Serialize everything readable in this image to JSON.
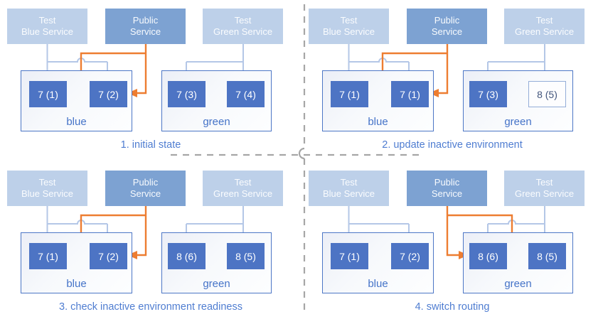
{
  "colors": {
    "accent_blue": "#4472C4",
    "pod_blue": "#4D74C4",
    "service_light_blue": "#BDD0E9",
    "service_public_blue": "#7DA2D2",
    "arrow_light_blue": "#B4C7E7",
    "arrow_orange": "#ED7D31",
    "divider_gray": "#A6A6A6",
    "ghost_pod_border": "#94ADD8",
    "ghost_pod_text": "#42557C"
  },
  "panels": [
    {
      "caption": "1. initial state",
      "public_routes_to": "blue",
      "services": [
        {
          "line1": "Test",
          "line2": "Blue Service"
        },
        {
          "line1": "Public",
          "line2": "Service"
        },
        {
          "line1": "Test",
          "line2": "Green Service"
        }
      ],
      "environments": [
        {
          "name": "blue",
          "pods": [
            {
              "label": "7 (1)",
              "outlined": false
            },
            {
              "label": "7 (2)",
              "outlined": false
            }
          ]
        },
        {
          "name": "green",
          "pods": [
            {
              "label": "7 (3)",
              "outlined": false
            },
            {
              "label": "7 (4)",
              "outlined": false
            }
          ]
        }
      ]
    },
    {
      "caption": "2. update inactive environment",
      "public_routes_to": "blue",
      "services": [
        {
          "line1": "Test",
          "line2": "Blue Service"
        },
        {
          "line1": "Public",
          "line2": "Service"
        },
        {
          "line1": "Test",
          "line2": "Green Service"
        }
      ],
      "environments": [
        {
          "name": "blue",
          "pods": [
            {
              "label": "7 (1)",
              "outlined": false
            },
            {
              "label": "7 (1)",
              "outlined": false
            }
          ]
        },
        {
          "name": "green",
          "pods": [
            {
              "label": "7 (3)",
              "outlined": false
            },
            {
              "label": "8 (5)",
              "outlined": true
            }
          ]
        }
      ]
    },
    {
      "caption": "3. check inactive environment readiness",
      "public_routes_to": "blue",
      "services": [
        {
          "line1": "Test",
          "line2": "Blue Service"
        },
        {
          "line1": "Public",
          "line2": "Service"
        },
        {
          "line1": "Test",
          "line2": "Green Service"
        }
      ],
      "environments": [
        {
          "name": "blue",
          "pods": [
            {
              "label": "7 (1)",
              "outlined": false
            },
            {
              "label": "7 (2)",
              "outlined": false
            }
          ]
        },
        {
          "name": "green",
          "pods": [
            {
              "label": "8 (6)",
              "outlined": false
            },
            {
              "label": "8 (5)",
              "outlined": false
            }
          ]
        }
      ]
    },
    {
      "caption": "4. switch routing",
      "public_routes_to": "green",
      "services": [
        {
          "line1": "Test",
          "line2": "Blue Service"
        },
        {
          "line1": "Public",
          "line2": "Service"
        },
        {
          "line1": "Test",
          "line2": "Green Service"
        }
      ],
      "environments": [
        {
          "name": "blue",
          "pods": [
            {
              "label": "7 (1)",
              "outlined": false
            },
            {
              "label": "7 (2)",
              "outlined": false
            }
          ]
        },
        {
          "name": "green",
          "pods": [
            {
              "label": "8 (6)",
              "outlined": false
            },
            {
              "label": "8 (5)",
              "outlined": false
            }
          ]
        }
      ]
    }
  ]
}
